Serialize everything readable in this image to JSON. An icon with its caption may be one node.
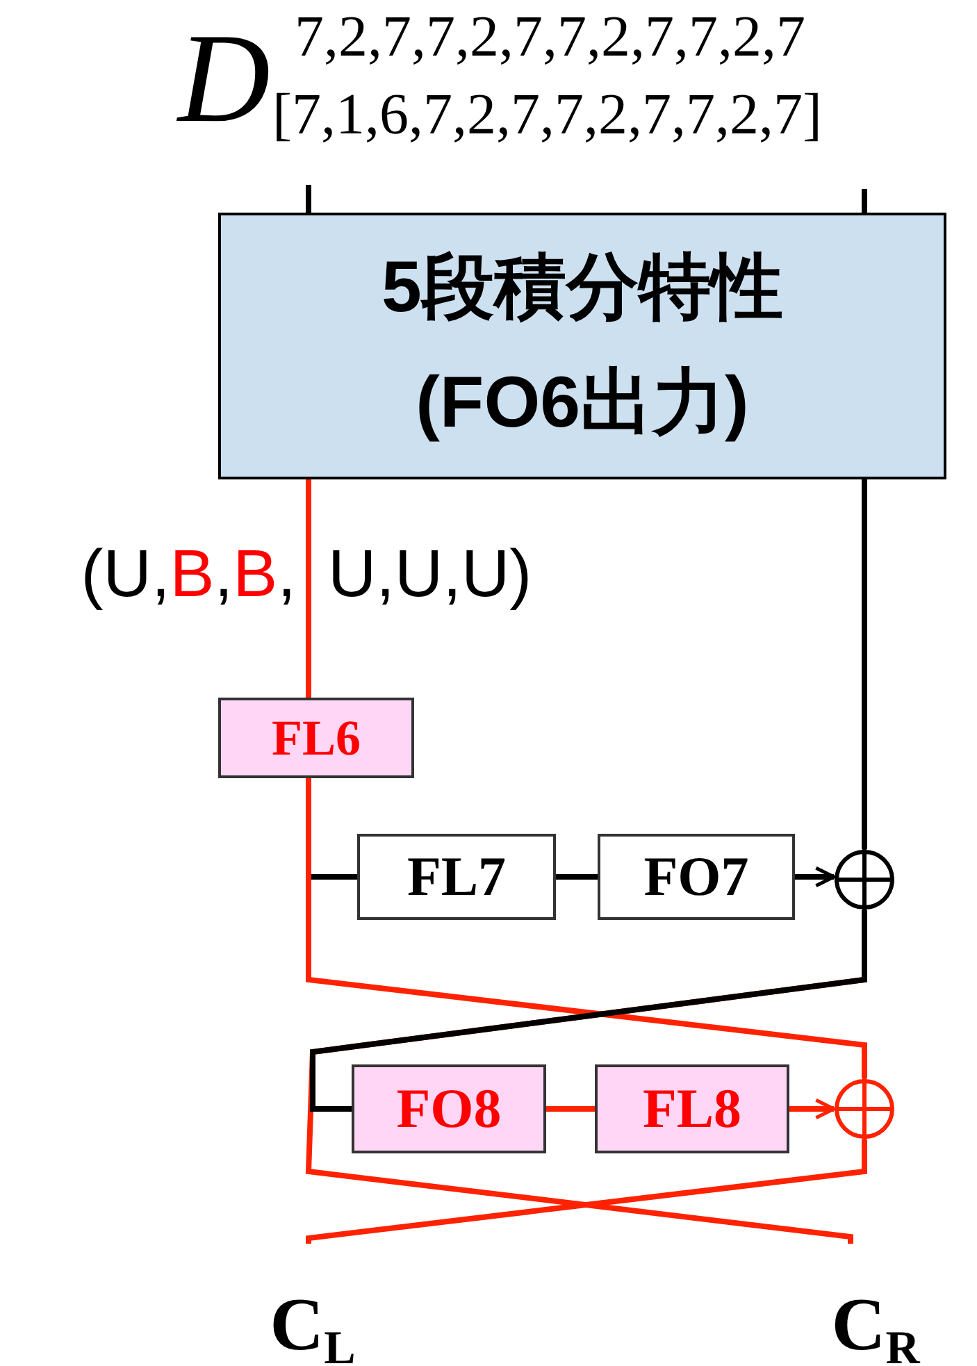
{
  "diagram": {
    "nodes": [
      {
        "text": [
          "5段積分特性",
          "(FO6出力)"
        ]
      },
      {
        "text": [
          "FL6"
        ]
      },
      {
        "text": [
          "FL7"
        ]
      },
      {
        "text": [
          "FO7"
        ]
      },
      {
        "text": [],
        "shape": "circle"
      },
      {
        "text": [
          "FO8"
        ]
      },
      {
        "text": [
          "FL8"
        ]
      },
      {
        "text": [],
        "shape": "circle"
      },
      {
        "text": [
          "C$_{L}$"
        ]
      },
      {
        "text": [
          "C$_{R}$"
        ]
      }
    ],
    "edges": [
      {
        "from": null,
        "to": 0,
        "arrow": "none"
      },
      {
        "from": null,
        "to": 0,
        "arrow": "none"
      },
      {
        "from": 0,
        "to": 1,
        "arrow": "none",
        "color": "#ff2200"
      },
      {
        "from": 0,
        "to": 4,
        "arrow": "none"
      },
      {
        "from": 1,
        "to": 2,
        "arrow": "none"
      },
      {
        "from": 1,
        "to": 7,
        "arrow": "none",
        "color": "#ff2200"
      },
      {
        "from": 2,
        "to": 3,
        "arrow": "none"
      },
      {
        "from": 3,
        "to": 4,
        "arrow": "to"
      },
      {
        "from": 4,
        "to": 5,
        "arrow": "none"
      },
      {
        "from": 4,
        "to": 9,
        "arrow": "none",
        "color": "#ff2200"
      },
      {
        "from": 5,
        "to": 6,
        "arrow": "none",
        "color": "#ff2200"
      },
      {
        "from": 6,
        "to": 7,
        "arrow": "to",
        "color": "#ff2200"
      },
      {
        "from": 7,
        "to": 8,
        "arrow": "none",
        "color": "#ff2200"
      }
    ],
    "labels": [
      "D",
      "7,2,7,7,2,7,7,2,7,7,2,7",
      "[7,1,6,7,2,7,7,2,7,7,2,7]",
      "(U,",
      "B",
      ",",
      "B",
      ",",
      "U,U,U)"
    ]
  }
}
